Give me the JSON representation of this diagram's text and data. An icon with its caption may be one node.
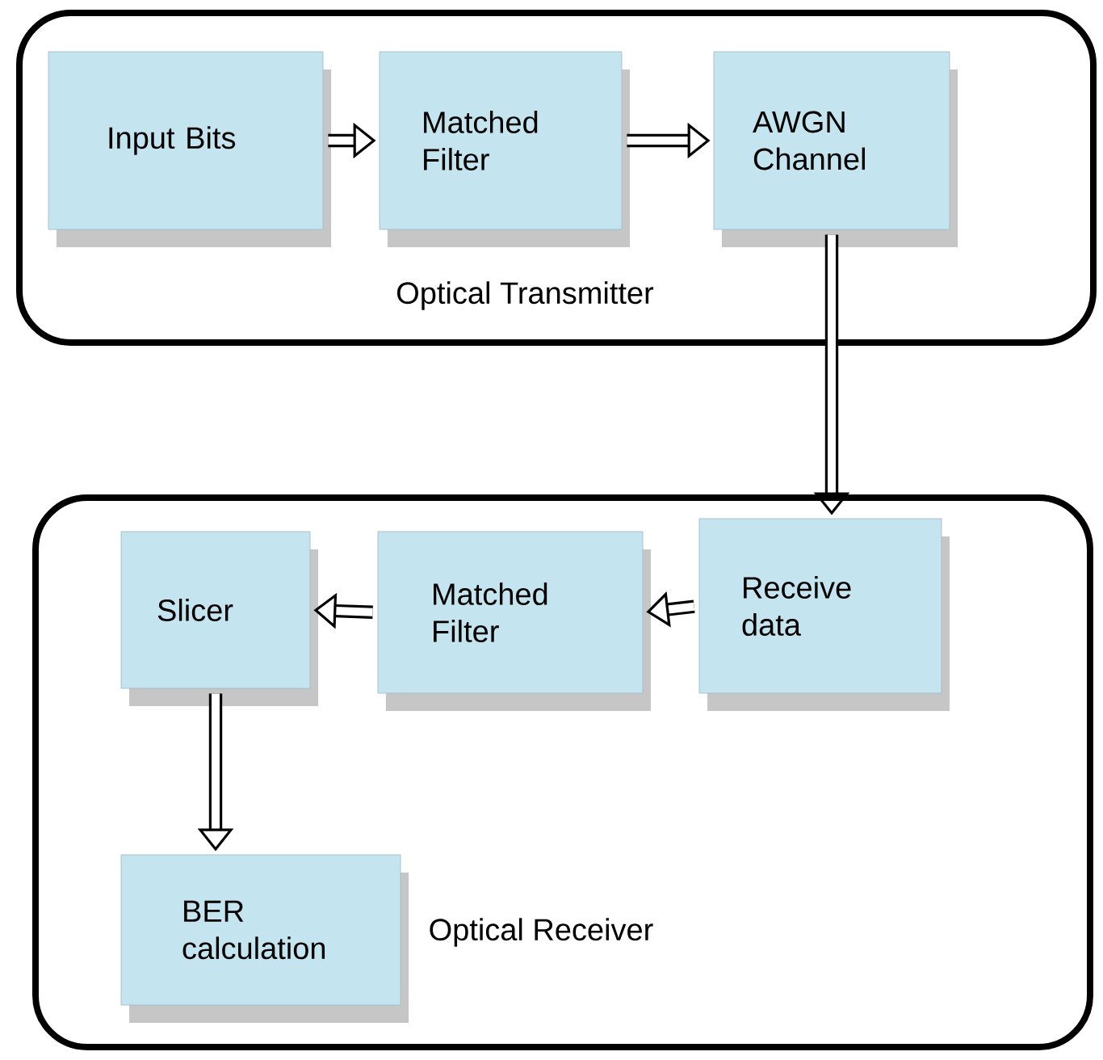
{
  "diagram": {
    "nodes": [
      {
        "text": [
          "Optical Transmitter"
        ]
      },
      {
        "text": [
          "Input Bits"
        ],
        "in": 0
      },
      {
        "text": [
          "Matched Filter"
        ],
        "in": 0
      },
      {
        "text": [
          "AWGN Channel"
        ],
        "in": 0
      },
      {
        "text": [
          "Optical Receiver"
        ]
      },
      {
        "text": [
          "Receive data"
        ],
        "in": 4
      },
      {
        "text": [
          "Matched Filter"
        ],
        "in": 4
      },
      {
        "text": [
          "Slicer"
        ],
        "in": 4
      },
      {
        "text": [
          "BER calculation"
        ],
        "in": 4
      }
    ],
    "edges": [
      {
        "from": 1,
        "to": 2,
        "arrow": "to"
      },
      {
        "from": 2,
        "to": 3,
        "arrow": "to"
      },
      {
        "from": 3,
        "to": 5,
        "arrow": "to"
      },
      {
        "from": 5,
        "to": 6,
        "arrow": "to"
      },
      {
        "from": 6,
        "to": 7,
        "arrow": "to"
      },
      {
        "from": 7,
        "to": 8,
        "arrow": "to"
      }
    ]
  }
}
